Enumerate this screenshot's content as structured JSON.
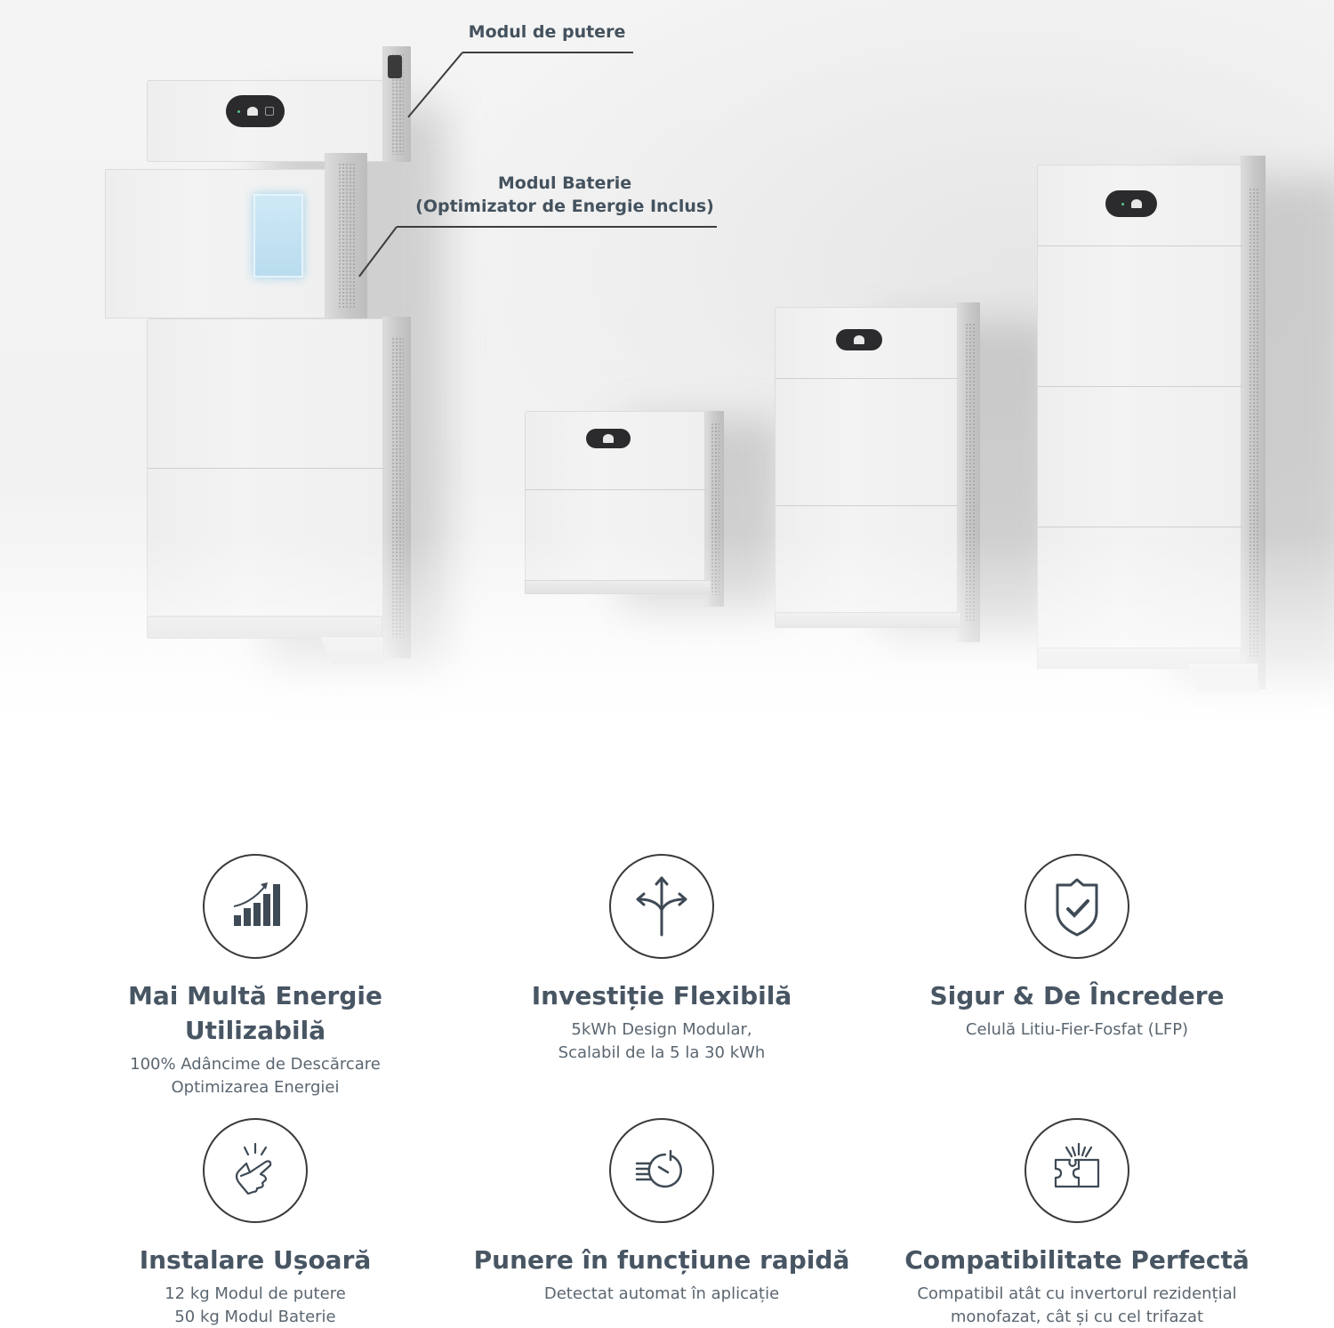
{
  "hero": {
    "callouts": {
      "power_module": "Modul de putere",
      "battery_module_line1": "Modul Baterie",
      "battery_module_line2": "(Optimizator de Energie Inclus)"
    },
    "products": [
      {
        "name": "exploded-stack",
        "modules": 2,
        "has_power_module": true
      },
      {
        "name": "stack-5kwh",
        "modules": 1
      },
      {
        "name": "stack-10kwh",
        "modules": 2
      },
      {
        "name": "stack-15kwh",
        "modules": 3
      }
    ]
  },
  "features": [
    {
      "icon": "bar-chart-growth-icon",
      "title_line1": "Mai Multă Energie",
      "title_line2": "Utilizabilă",
      "desc_line1": "100% Adâncime de Descărcare",
      "desc_line2": "Optimizarea Energiei"
    },
    {
      "icon": "branching-arrows-icon",
      "title_line1": "Investiție Flexibilă",
      "desc_line1": "5kWh Design Modular,",
      "desc_line2": "Scalabil de la 5 la 30 kWh"
    },
    {
      "icon": "shield-check-icon",
      "title_line1": "Sigur & De Încredere",
      "desc_line1": "Celulă Litiu-Fier-Fosfat (LFP)"
    },
    {
      "icon": "finger-snap-icon",
      "title_line1": "Instalare Ușoară",
      "desc_line1": "12 kg Modul de putere",
      "desc_line2": "50 kg Modul Baterie"
    },
    {
      "icon": "fast-timer-icon",
      "title_line1": "Punere în funcțiune rapidă",
      "desc_line1": "Detectat automat în aplicație"
    },
    {
      "icon": "puzzle-fit-icon",
      "title_line1": "Compatibilitate Perfectă",
      "desc_line1": "Compatibil atât cu invertorul rezidențial",
      "desc_line2": "monofazat, cât și cu cel trifazat"
    }
  ],
  "colors": {
    "heading": "#485563",
    "body_text": "#5b6670",
    "icon_stroke": "#3a3a3a",
    "display_led": "#56c68c",
    "glow_panel": "#b9dcee"
  }
}
